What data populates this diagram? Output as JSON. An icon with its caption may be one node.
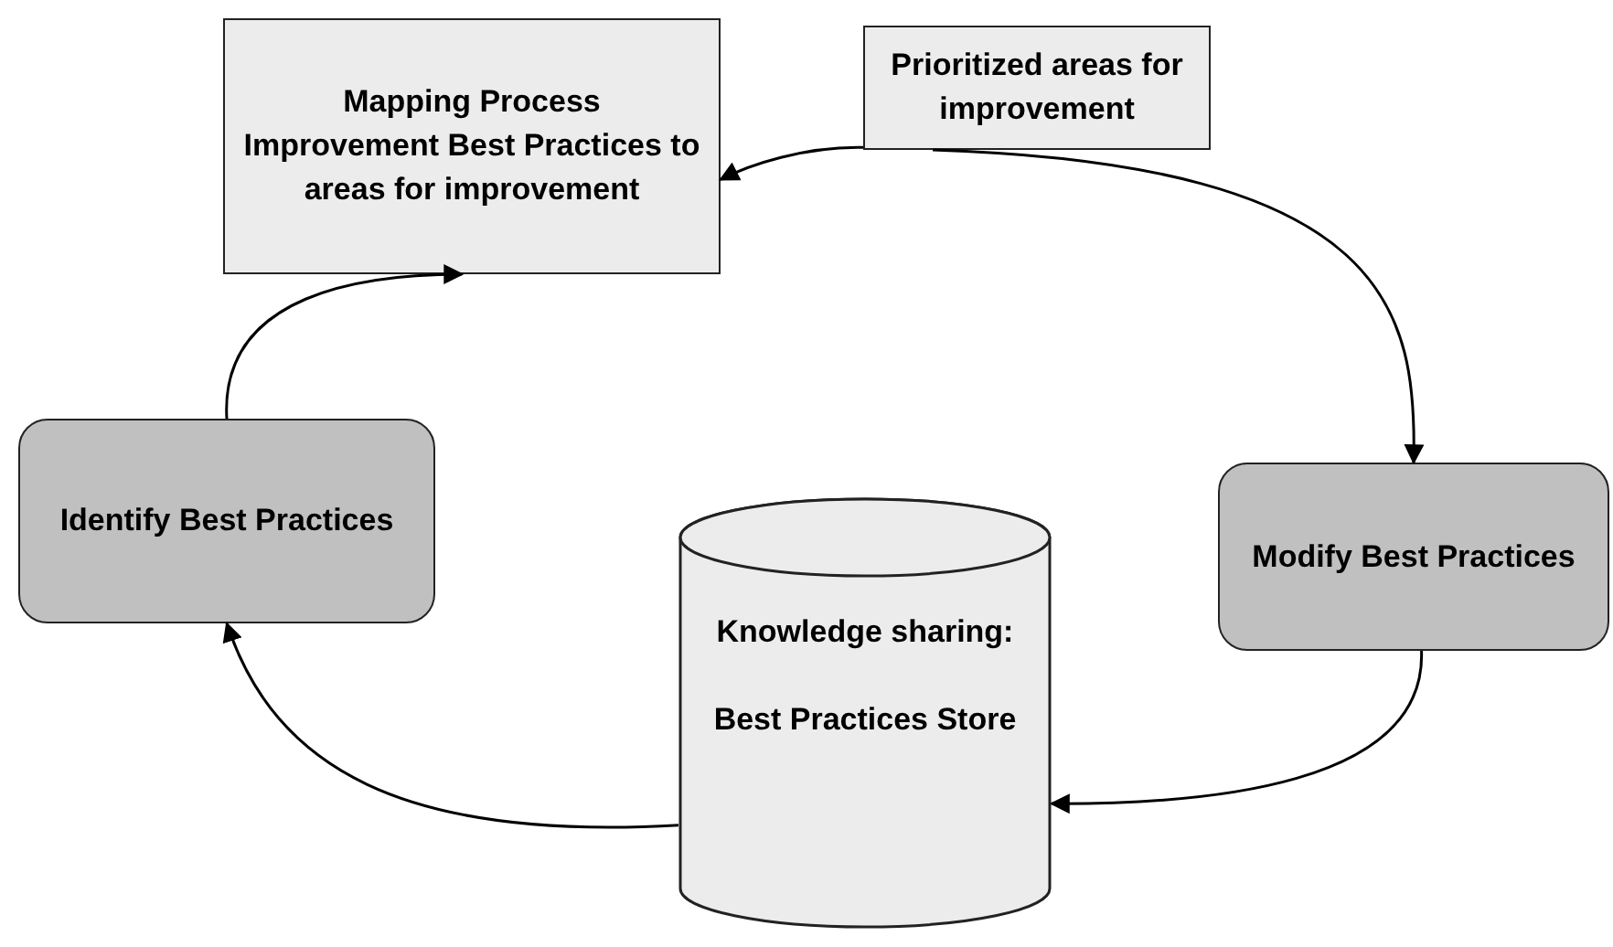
{
  "diagram": {
    "nodes": [
      {
        "text": [
          "Mapping Process Improvement Best Practices to areas for improvement"
        ]
      },
      {
        "text": [
          "Prioritized areas for improvement"
        ]
      },
      {
        "text": [
          "Identify Best Practices"
        ]
      },
      {
        "text": [
          "Modify Best Practices"
        ]
      },
      {
        "text": [
          "Knowledge sharing:",
          "Best Practices Store"
        ]
      }
    ],
    "edges": [
      {
        "from": 1,
        "to": 0,
        "arrow": "to"
      },
      {
        "from": 1,
        "to": 3,
        "arrow": "to"
      },
      {
        "from": 3,
        "to": 4,
        "arrow": "to"
      },
      {
        "from": 4,
        "to": 2,
        "arrow": "to"
      },
      {
        "from": 2,
        "to": 0,
        "arrow": "to"
      }
    ]
  }
}
